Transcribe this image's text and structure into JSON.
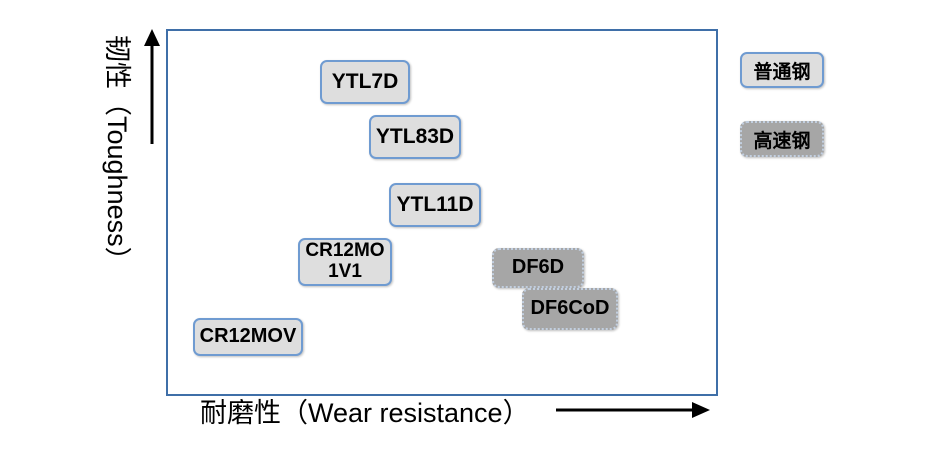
{
  "chart_data": {
    "type": "scatter",
    "title": "",
    "xlabel": "耐磨性（Wear resistance）",
    "ylabel": "韧性（Toughness）",
    "axes_note": "Qualitative axes: both arrows indicate increasing direction; no numeric tick labels.",
    "grid": false,
    "legend_position": "right",
    "legend": [
      {
        "key": "ordinary",
        "label": "普通钢",
        "fill": "#dedede",
        "border": "#6f9bd1"
      },
      {
        "key": "hss",
        "label": "高速钢",
        "fill": "#a6a6a6",
        "border": "#c2cfe0"
      }
    ],
    "points": [
      {
        "label": "YTL7D",
        "category": "普通钢",
        "wear_resistance": 0.3,
        "toughness": 0.88
      },
      {
        "label": "YTL83D",
        "category": "普通钢",
        "wear_resistance": 0.41,
        "toughness": 0.75
      },
      {
        "label": "YTL11D",
        "category": "普通钢",
        "wear_resistance": 0.47,
        "toughness": 0.56
      },
      {
        "label": "CR12MO\n1V1",
        "category": "普通钢",
        "wear_resistance": 0.32,
        "toughness": 0.4
      },
      {
        "label": "CR12MOV",
        "category": "普通钢",
        "wear_resistance": 0.11,
        "toughness": 0.18
      },
      {
        "label": "DF6D",
        "category": "高速钢",
        "wear_resistance": 0.64,
        "toughness": 0.34
      },
      {
        "label": "DF6CoD",
        "category": "高速钢",
        "wear_resistance": 0.71,
        "toughness": 0.24
      }
    ]
  },
  "axes": {
    "y_title": "韧性（Toughness）",
    "x_title": "耐磨性（Wear resistance）"
  },
  "nodes": {
    "ytl7d": {
      "label": "YTL7D"
    },
    "ytl83d": {
      "label": "YTL83D"
    },
    "ytl11d": {
      "label": "YTL11D"
    },
    "cr12mo1v1_line1": {
      "label": "CR12MO"
    },
    "cr12mo1v1_line2": {
      "label": "1V1"
    },
    "cr12mov": {
      "label": "CR12MOV"
    },
    "df6d": {
      "label": "DF6D"
    },
    "df6cod": {
      "label": "DF6CoD"
    }
  },
  "legend": {
    "ordinary_steel": "普通钢",
    "high_speed_steel": "高速钢"
  }
}
